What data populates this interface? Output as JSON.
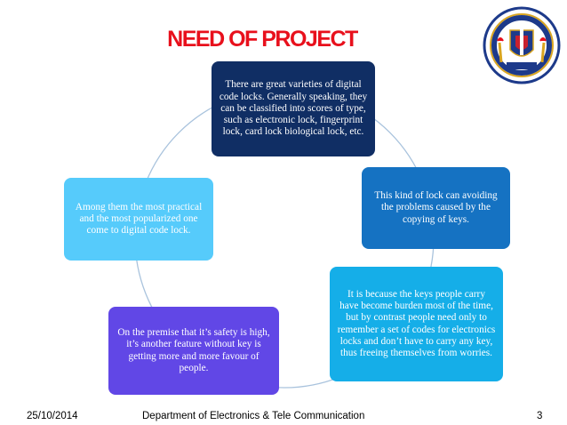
{
  "slide": {
    "title": "NEED OF PROJECT",
    "cycle_items": [
      "There are great varieties of digital code locks. Generally speaking, they can be classified into scores of type, such as electronic lock, fingerprint lock, card lock biological lock, etc.",
      "This kind of lock can avoiding the problems caused by the copying of keys.",
      "It is because the keys people carry have become burden most of the time, but by contrast people need only to remember a set of codes for electronics locks and don’t have to carry any key, thus freeing themselves from worries.",
      "On the premise that it’s safety is high, it’s another feature without key is getting more and more favour of people.",
      "Among them the most practical and the most popularized one come to digital code lock."
    ]
  },
  "footer": {
    "date": "25/10/2014",
    "department": "Department of Electronics & Tele Communication",
    "page_number": "3"
  },
  "colors": {
    "title": "#e8101c",
    "box1": "#102e64",
    "box2": "#1572c2",
    "box3": "#15aee8",
    "box4": "#6147e6",
    "box5": "#56cbfb",
    "cycle_line": "#a9c3dd"
  },
  "logo": {
    "icon": "institute-crest-icon"
  }
}
